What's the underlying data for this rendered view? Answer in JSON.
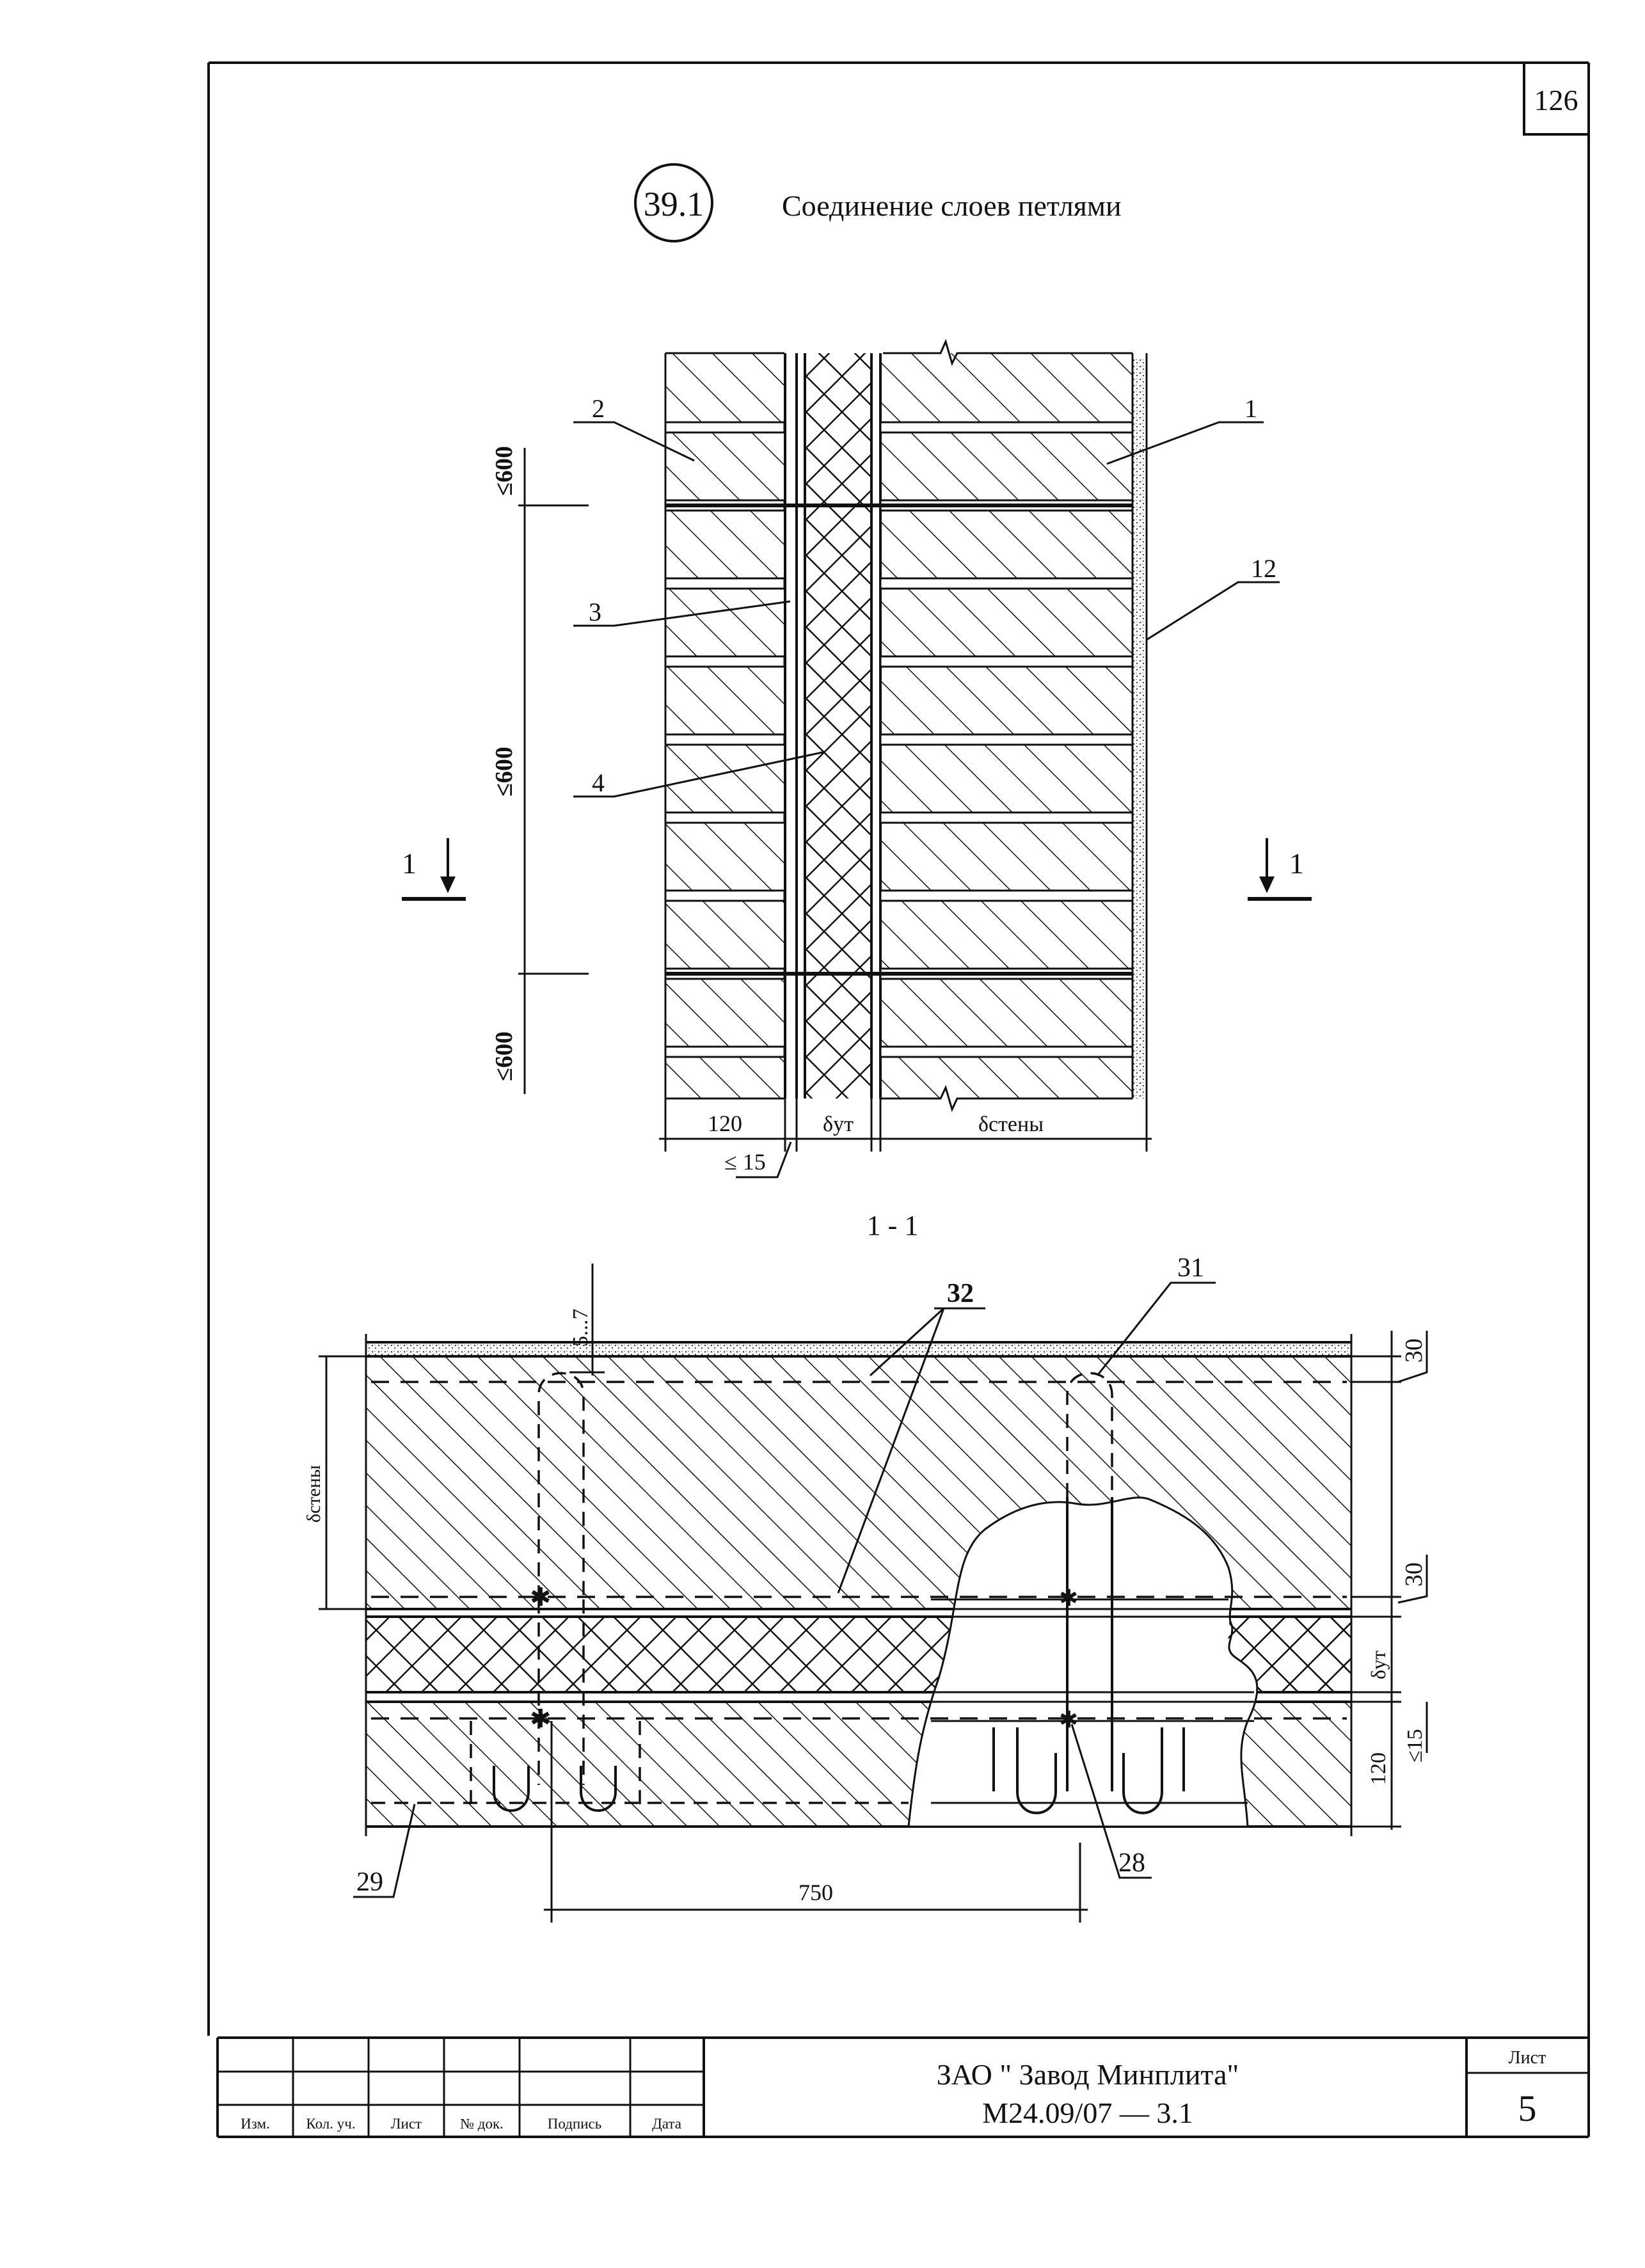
{
  "sheet_number_corner": "126",
  "detail": {
    "marker": "39.1",
    "title": "Соединение слоев петлями"
  },
  "elevation": {
    "callouts": [
      "2",
      "3",
      "4",
      "1",
      "12"
    ],
    "vertical_dims": [
      "≤600",
      "≤600",
      "≤600"
    ],
    "section_mark": "1",
    "bottom_dims": {
      "brick": "120",
      "insulation": "δут",
      "wall": "δстены",
      "gap": "≤ 15"
    }
  },
  "section": {
    "title": "1 - 1",
    "callouts": {
      "ties": "32",
      "loop": "31",
      "anchor": "28",
      "edge": "29"
    },
    "top_dim": "5...7",
    "left_dim": "δстены",
    "right_dims": [
      "30",
      "30",
      "δут",
      "≤15",
      "120"
    ],
    "spacing": "750"
  },
  "title_block": {
    "col_labels": [
      "Изм.",
      "Кол. уч.",
      "Лист",
      "№ док.",
      "Подпись",
      "Дата"
    ],
    "company": "ЗАО \" Завод Минплита\"",
    "doc_code": "М24.09/07 — 3.1",
    "sheet_label": "Лист",
    "sheet_number": "5"
  }
}
